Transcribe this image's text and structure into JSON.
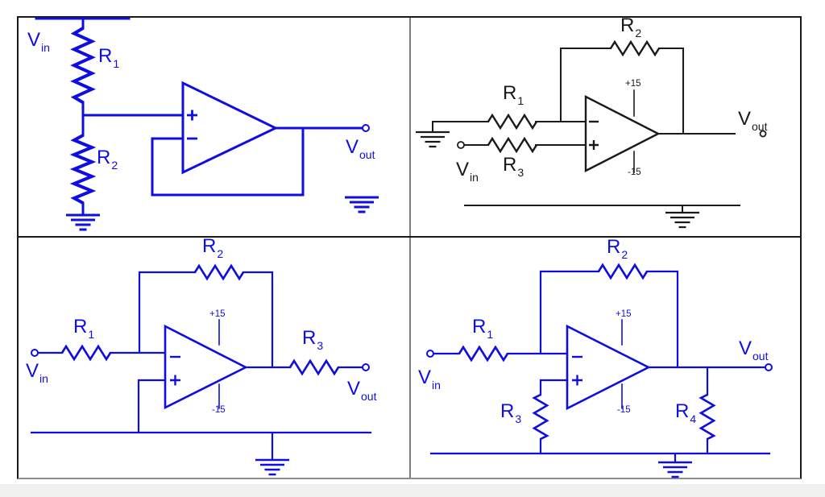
{
  "colors": {
    "blue": "#0e0ee2",
    "black": "#1a1a1a",
    "divider_gray": "#7d7d7d",
    "border_gray": "#8d8d8d",
    "footer_strip": "#f1f1ef"
  },
  "circuits": {
    "top_left": {
      "labels": {
        "v_in": {
          "base": "V",
          "sub": "in"
        },
        "r1": {
          "base": "R",
          "sub": "1"
        },
        "r2": {
          "base": "R",
          "sub": "2"
        },
        "v_out": {
          "base": "V",
          "sub": "out"
        }
      }
    },
    "top_right": {
      "labels": {
        "r1": {
          "base": "R",
          "sub": "1"
        },
        "r2": {
          "base": "R",
          "sub": "2"
        },
        "r3": {
          "base": "R",
          "sub": "3"
        },
        "v_in": {
          "base": "V",
          "sub": "in"
        },
        "v_out": {
          "base": "V",
          "sub": "out"
        },
        "supply_pos": "+15",
        "supply_neg": "-15"
      }
    },
    "bottom_left": {
      "labels": {
        "r1": {
          "base": "R",
          "sub": "1"
        },
        "r2": {
          "base": "R",
          "sub": "2"
        },
        "r3": {
          "base": "R",
          "sub": "3"
        },
        "v_in": {
          "base": "V",
          "sub": "in"
        },
        "v_out": {
          "base": "V",
          "sub": "out"
        },
        "supply_pos": "+15",
        "supply_neg": "-15"
      }
    },
    "bottom_right": {
      "labels": {
        "r1": {
          "base": "R",
          "sub": "1"
        },
        "r2": {
          "base": "R",
          "sub": "2"
        },
        "r3": {
          "base": "R",
          "sub": "3"
        },
        "r4": {
          "base": "R",
          "sub": "4"
        },
        "v_in": {
          "base": "V",
          "sub": "in"
        },
        "v_out": {
          "base": "V",
          "sub": "out"
        },
        "supply_pos": "+15",
        "supply_neg": "-15"
      }
    }
  }
}
